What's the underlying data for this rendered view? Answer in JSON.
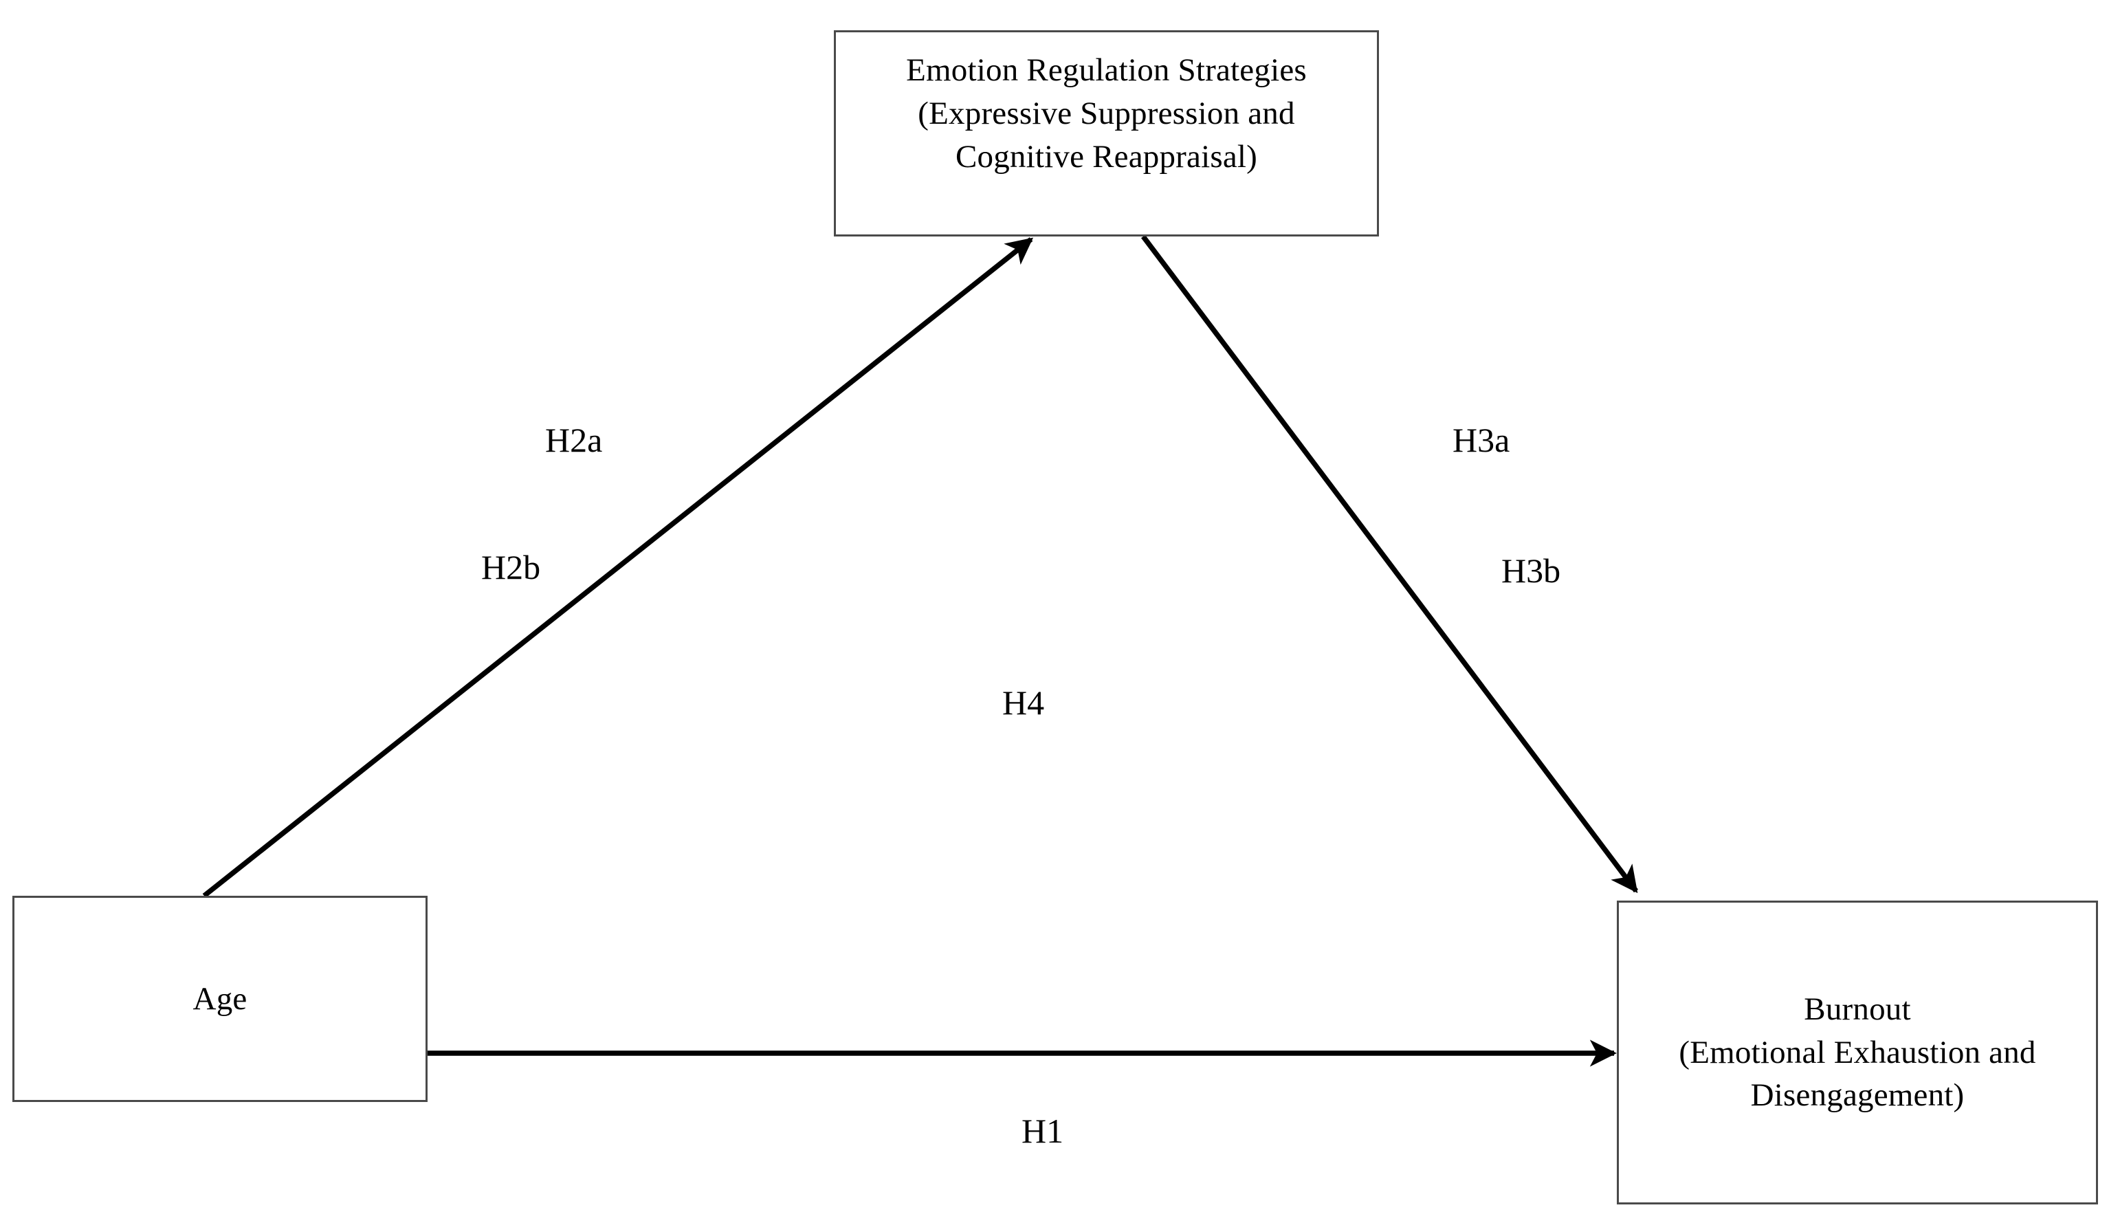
{
  "diagram": {
    "type": "conceptual-model",
    "background_color": "#ffffff",
    "line_color": "#000000",
    "box_border_color": "#4a4a4a",
    "nodes": [
      {
        "id": "mediator",
        "lines": [
          "Emotion Regulation Strategies",
          "(Expressive Suppression and",
          "Cognitive Reappraisal)"
        ]
      },
      {
        "id": "predictor",
        "lines": [
          "Age"
        ]
      },
      {
        "id": "outcome",
        "lines": [
          "Burnout",
          "(Emotional Exhaustion and",
          "Disengagement)"
        ]
      }
    ],
    "edges": [
      {
        "id": "age-to-mediator",
        "from": "predictor",
        "to": "mediator",
        "labels": [
          "H2a",
          "H2b"
        ],
        "arrowhead": "to-mediator"
      },
      {
        "id": "mediator-to-burnout",
        "from": "mediator",
        "to": "outcome",
        "labels": [
          "H3a",
          "H3b"
        ],
        "arrowhead": "to-outcome"
      },
      {
        "id": "age-to-burnout",
        "from": "predictor",
        "to": "outcome",
        "labels": [
          "H1"
        ],
        "arrowhead": "to-outcome"
      },
      {
        "id": "indirect-effect",
        "labels": [
          "H4"
        ],
        "arrowhead": "none"
      }
    ],
    "labels": {
      "h2a": "H2a",
      "h2b": "H2b",
      "h3a": "H3a",
      "h3b": "H3b",
      "h4": "H4",
      "h1": "H1"
    },
    "node_text": {
      "mediator": {
        "line1": "Emotion Regulation Strategies",
        "line2": "(Expressive Suppression and",
        "line3": "Cognitive Reappraisal)"
      },
      "predictor": {
        "line1": "Age"
      },
      "outcome": {
        "line1": "Burnout",
        "line2": "(Emotional Exhaustion and",
        "line3": "Disengagement)"
      }
    }
  }
}
